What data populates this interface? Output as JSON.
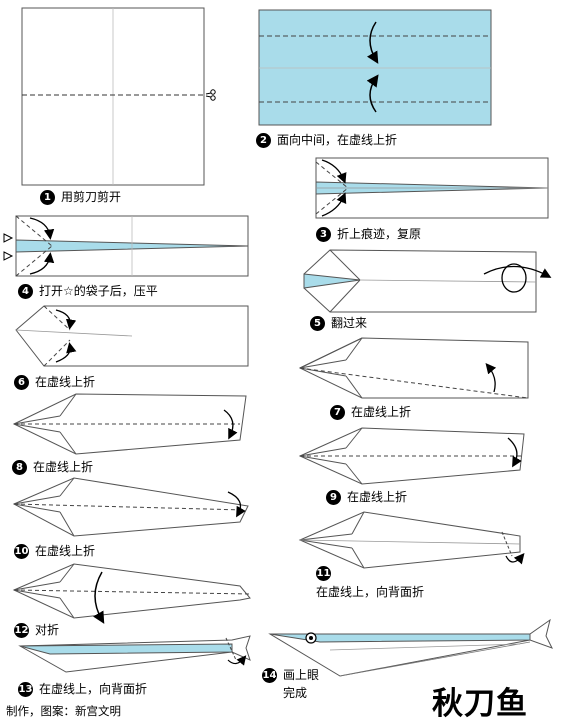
{
  "steps": [
    {
      "num": "1",
      "text": "用剪刀剪开"
    },
    {
      "num": "2",
      "text": "面向中间，在虚线上折"
    },
    {
      "num": "3",
      "text": "折上痕迹，复原"
    },
    {
      "num": "4",
      "text": "打开☆的袋子后，压平"
    },
    {
      "num": "5",
      "text": "翻过来"
    },
    {
      "num": "6",
      "text": "在虚线上折"
    },
    {
      "num": "7",
      "text": "在虚线上折"
    },
    {
      "num": "8",
      "text": "在虚线上折"
    },
    {
      "num": "9",
      "text": "在虚线上折"
    },
    {
      "num": "10",
      "text": "在虚线上折"
    },
    {
      "num": "11",
      "text": "在虚线上，向背面折"
    },
    {
      "num": "12",
      "text": "对折"
    },
    {
      "num": "13",
      "text": "在虚线上，向背面折"
    },
    {
      "num": "14",
      "text": "画上眼",
      "text2": "完成"
    }
  ],
  "title": "秋刀鱼",
  "credit": "制作，图案：新宫文明",
  "colors": {
    "paper_blue": "#a9dcea",
    "line": "#555555"
  }
}
